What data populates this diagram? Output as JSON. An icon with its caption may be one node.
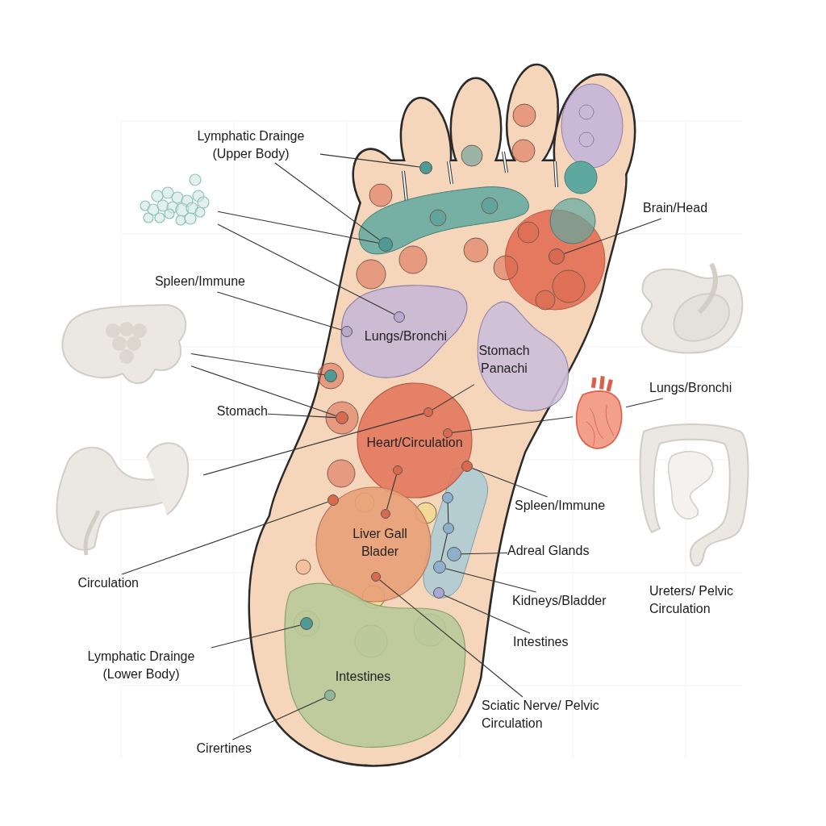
{
  "diagram": {
    "nodes": [
      {
        "text": [
          "Lymphatic Drainge (Upper Body)"
        ]
      },
      {
        "text": [],
        "shape": "picture"
      },
      {
        "text": [],
        "shape": "picture"
      },
      {
        "text": [],
        "shape": "picture"
      },
      {
        "text": [],
        "shape": "picture"
      },
      {
        "text": [],
        "shape": "picture"
      },
      {
        "text": [],
        "shape": "picture"
      },
      {
        "text": [
          "Spleen/Immune"
        ]
      },
      {
        "text": [
          "Stomach"
        ]
      },
      {
        "text": [
          "Circulation"
        ]
      },
      {
        "text": [
          "Lymphatic Drainge (Lower Body)"
        ]
      },
      {
        "text": [
          "Cirertines"
        ]
      },
      {
        "text": [
          "Brain/Head"
        ]
      },
      {
        "text": [
          "Lungs/Bronchi"
        ]
      },
      {
        "text": [
          "Spleen/Immune"
        ]
      },
      {
        "text": [
          "Adreal Glands"
        ]
      },
      {
        "text": [
          "Kidneys/Bladder"
        ]
      },
      {
        "text": [
          "Intestines"
        ]
      },
      {
        "text": [
          "Sciatic Nerve/ Pelvic Circulation"
        ]
      },
      {
        "text": [
          "Lungs/Bronchi"
        ]
      },
      {
        "text": [
          "Stomach Panachi"
        ]
      },
      {
        "text": [
          "Heart/Circulation"
        ]
      },
      {
        "text": [
          "Liver Gall Blader"
        ]
      },
      {
        "text": [
          "Intestines"
        ]
      },
      {
        "text": [],
        "shape": "circle"
      },
      {
        "text": [],
        "shape": "circle"
      },
      {
        "text": [],
        "shape": "circle",
        "in": 19
      },
      {
        "text": [],
        "shape": "circle",
        "in": 19
      },
      {
        "text": [],
        "shape": "circle"
      },
      {
        "text": [],
        "shape": "circle"
      },
      {
        "text": [],
        "shape": "circle",
        "in": 21
      },
      {
        "text": [],
        "shape": "circle",
        "in": 21
      },
      {
        "text": [],
        "shape": "circle",
        "in": 21
      },
      {
        "text": [],
        "shape": "circle",
        "in": 22
      },
      {
        "text": [],
        "shape": "circle",
        "in": 22
      },
      {
        "text": [],
        "shape": "circle"
      },
      {
        "text": [],
        "shape": "circle",
        "in": 23
      },
      {
        "text": [],
        "shape": "circle",
        "in": 23
      },
      {
        "text": [],
        "shape": "circle"
      },
      {
        "text": [],
        "shape": "circle"
      },
      {
        "text": [],
        "shape": "circle"
      },
      {
        "text": [],
        "shape": "circle"
      },
      {
        "text": [],
        "shape": "circle"
      },
      {
        "text": [],
        "shape": "circle"
      },
      {
        "text": [],
        "shape": "circle"
      }
    ],
    "edges": [
      {
        "from": 0,
        "to": 24,
        "arrow": "none"
      },
      {
        "from": 0,
        "to": 25,
        "arrow": "none"
      },
      {
        "from": 1,
        "to": 25,
        "arrow": "none"
      },
      {
        "from": 1,
        "to": 26,
        "arrow": "none"
      },
      {
        "from": 7,
        "to": 27,
        "arrow": "none"
      },
      {
        "from": 2,
        "to": 28,
        "arrow": "none"
      },
      {
        "from": 2,
        "to": 29,
        "arrow": "none"
      },
      {
        "from": 8,
        "to": 29,
        "arrow": "none"
      },
      {
        "from": 3,
        "to": 30,
        "arrow": "none"
      },
      {
        "from": 5,
        "to": 31,
        "arrow": "none"
      },
      {
        "from": 20,
        "to": 30,
        "arrow": "none"
      },
      {
        "from": 9,
        "to": 35,
        "arrow": "none"
      },
      {
        "from": 10,
        "to": 36,
        "arrow": "none"
      },
      {
        "from": 11,
        "to": 37,
        "arrow": "none"
      },
      {
        "from": 12,
        "to": 38,
        "arrow": "none"
      },
      {
        "from": 13,
        "to": 5,
        "arrow": "none"
      },
      {
        "from": 14,
        "to": 39,
        "arrow": "none"
      },
      {
        "from": 15,
        "to": 42,
        "arrow": "none"
      },
      {
        "from": 16,
        "to": 43,
        "arrow": "none"
      },
      {
        "from": 17,
        "to": 44,
        "arrow": "none"
      },
      {
        "from": 18,
        "to": 34,
        "arrow": "none"
      },
      {
        "from": 32,
        "to": 33,
        "arrow": "none"
      },
      {
        "from": 40,
        "to": 41,
        "arrow": "none"
      },
      {
        "from": 41,
        "to": 43,
        "arrow": "none"
      }
    ],
    "labels": [
      "Ureters/ Pelvic Circulation"
    ]
  }
}
